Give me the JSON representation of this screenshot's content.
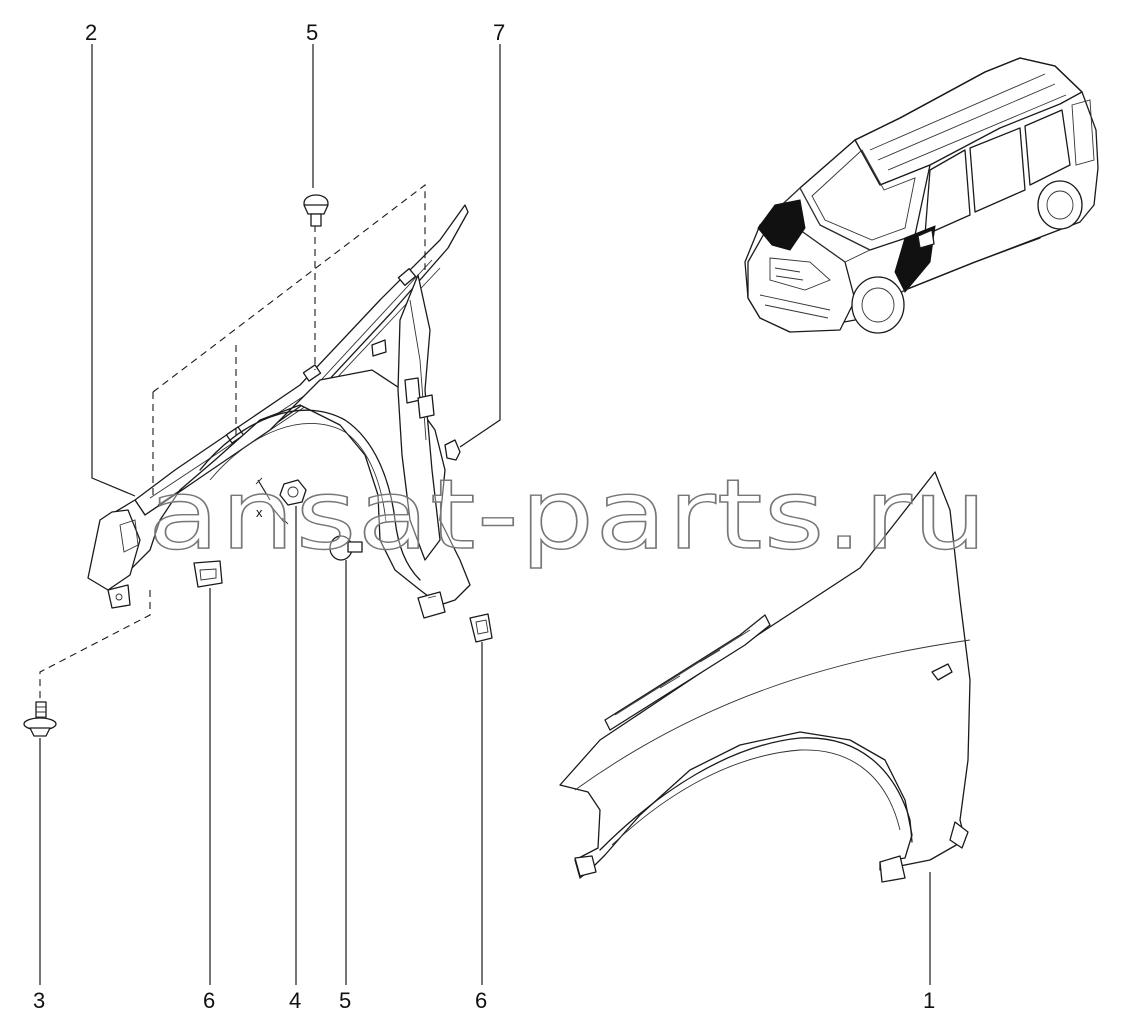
{
  "diagram": {
    "callouts": {
      "c1": "1",
      "c2": "2",
      "c3": "3",
      "c4": "4",
      "c5_top": "5",
      "c5_bottom": "5",
      "c6_left": "6",
      "c6_right": "6",
      "c7": "7"
    },
    "dimension_label": "x",
    "watermark": "ansat-parts.ru"
  }
}
